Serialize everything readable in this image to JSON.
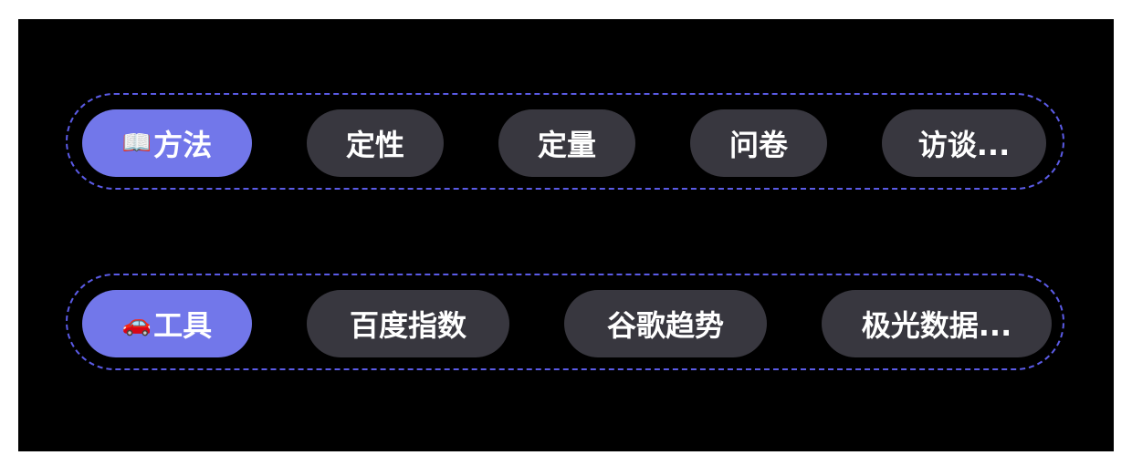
{
  "colors": {
    "background": "#000000",
    "pill_default": "#38373f",
    "pill_active": "#7277ea",
    "group_border": "#5b5be6",
    "text": "#ffffff"
  },
  "groups": [
    {
      "label": "方法",
      "icon": "book-icon",
      "icon_glyph": "📖",
      "items": [
        "定性",
        "定量",
        "问卷",
        "访谈..."
      ]
    },
    {
      "label": "工具",
      "icon": "car-icon",
      "icon_glyph": "🚗",
      "items": [
        "百度指数",
        "谷歌趋势",
        "极光数据..."
      ]
    }
  ]
}
